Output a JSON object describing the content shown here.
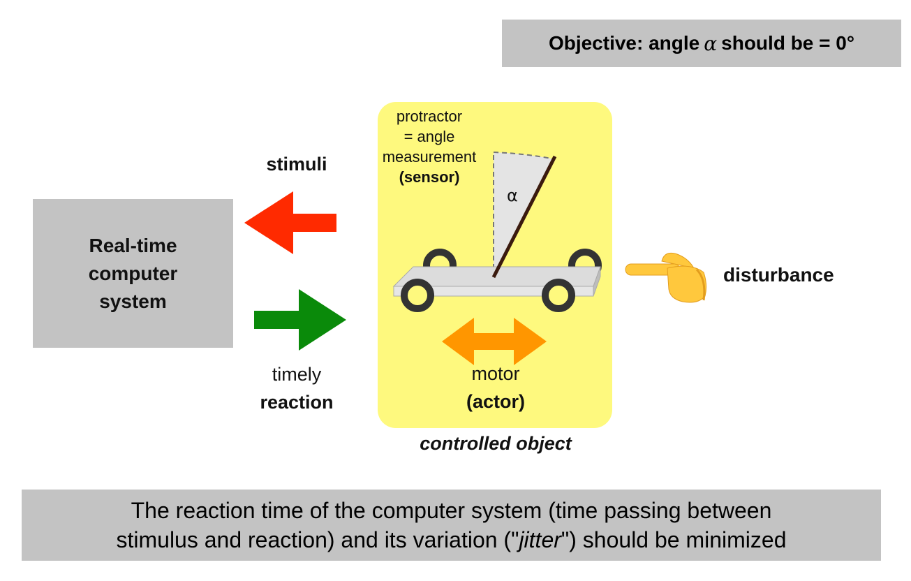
{
  "objective": {
    "prefix": "Objective: angle",
    "symbol": "α",
    "suffix": "should be = 0°"
  },
  "computer_system": {
    "lines": [
      "Real-time",
      "computer",
      "system"
    ]
  },
  "stimuli": {
    "label": "stimuli",
    "arrow_color": "#ff2a00",
    "arrow_direction": "left"
  },
  "reaction": {
    "line1": "timely",
    "line2": "reaction",
    "arrow_color": "#0a8a0a",
    "arrow_direction": "right"
  },
  "controlled_object": {
    "label": "controlled object",
    "background_color": "#fef97e",
    "sensor": {
      "line1": "protractor",
      "line2": "= angle",
      "line3": "measurement",
      "line4": "(sensor)",
      "angle_symbol": "α"
    },
    "motor": {
      "line1": "motor",
      "line2": "(actor)",
      "arrow_color": "#ff9600"
    }
  },
  "disturbance": {
    "label": "disturbance",
    "icon": "pointing-hand-left-icon"
  },
  "footer": {
    "part1": "The reaction time of the computer system (time passing between",
    "part2": "stimulus and reaction) and its variation (\"",
    "jitter": "jitter",
    "part3": "\") should be minimized"
  }
}
